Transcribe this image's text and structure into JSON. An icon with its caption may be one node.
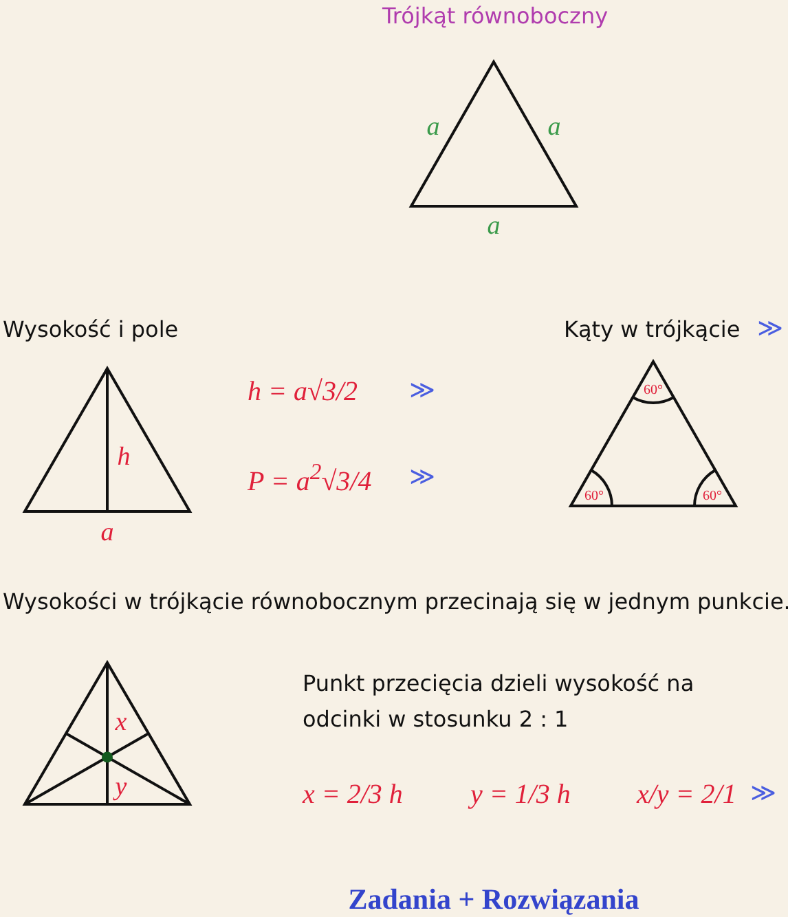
{
  "diagram": {
    "title": "Trójkąt równoboczny",
    "labels": [
      "a",
      "a",
      "a",
      "Wysokość i pole",
      "Kąty w trójkącie",
      "≫",
      "60°",
      "h = a√3/2",
      "≫",
      "h",
      "P = a$^{2}$√3/4",
      "≫",
      "60°",
      "60°",
      "a",
      "Wysokości w trójkącie równobocznym przecinają się w jednym punkcie.",
      "Punkt przecięcia dzieli wysokość na odcinki w stosunku 2 : 1",
      "x",
      "y",
      "x = 2/3 h",
      "y = 1/3 h",
      "x/y = 2/1",
      "≫",
      "Zadania + Rozwiązania"
    ]
  }
}
